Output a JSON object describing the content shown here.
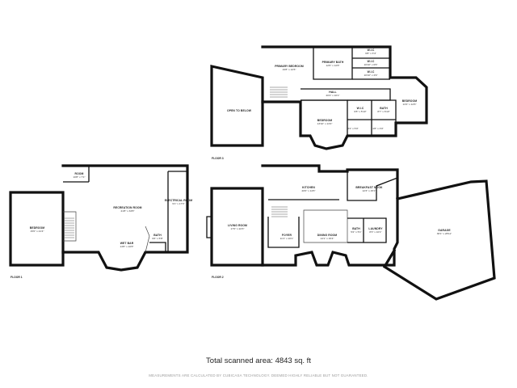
{
  "floors": [
    {
      "label": "FLOOR 1",
      "rooms": [
        {
          "name": "ROOM",
          "dims": "10'8\" x 7'1\""
        },
        {
          "name": "BEDROOM",
          "dims": "15'0\" x 21'4\""
        },
        {
          "name": "RECREATION ROOM",
          "dims": "21'8\" x 33'8\""
        },
        {
          "name": "ELECTRICAL ROOM",
          "dims": "9'1\" x 17'3\""
        },
        {
          "name": "WET BAR",
          "dims": "13'8\" x 10'8\""
        },
        {
          "name": "BATH",
          "dims": "9'6\" x 5'8\""
        }
      ]
    },
    {
      "label": "FLOOR 2",
      "rooms": [
        {
          "name": "KITCHEN",
          "dims": "20'0\" x 14'6\""
        },
        {
          "name": "BREAKFAST NOOK",
          "dims": "12'3\" x 15'1\""
        },
        {
          "name": "LIVING ROOM",
          "dims": "17'0\" x 22'3\""
        },
        {
          "name": "FOYER",
          "dims": "11'1\" x 10'1\""
        },
        {
          "name": "DINING ROOM",
          "dims": "14'1\" x 15'4\""
        },
        {
          "name": "BATH",
          "dims": "5'2\" x 5'1\""
        },
        {
          "name": "LAUNDRY",
          "dims": "8'3\" x 10'1\""
        },
        {
          "name": "GARAGE",
          "dims": "36'1\" x 28'11\""
        }
      ]
    },
    {
      "label": "FLOOR 3",
      "rooms": [
        {
          "name": "OPEN TO BELOW",
          "dims": ""
        },
        {
          "name": "PRIMARY BEDROOM",
          "dims": "19'8\" x 12'6\""
        },
        {
          "name": "PRIMARY BATH",
          "dims": "12'6\" x 12'8\""
        },
        {
          "name": "W.I.C",
          "dims": "6'8\" x 3'4\""
        },
        {
          "name": "W.I.C",
          "dims": "10'10\" x 6'6\""
        },
        {
          "name": "W.I.C",
          "dims": "10'10\" x 4'9\""
        },
        {
          "name": "HALL",
          "dims": "20'4\" x 10'1\""
        },
        {
          "name": "BEDROOM",
          "dims": "13'4\" x 12'6\""
        },
        {
          "name": "W.I.C",
          "dims": "6'8\" x 5'10\""
        },
        {
          "name": "BATH",
          "dims": "8'7\" x 6'10\""
        },
        {
          "name": "BEDROOM",
          "dims": "13'10\" x 13'4\""
        },
        {
          "name": "",
          "dims": "3'4\" x 5'0\""
        },
        {
          "name": "",
          "dims": "4'8\" x 3'0\""
        }
      ]
    }
  ],
  "total_area_text": "Total scanned area: 4843 sq. ft",
  "disclaimer": "MEASUREMENTS ARE CALCULATED BY CUBICASA TECHNOLOGY. DEEMED HIGHLY RELIABLE BUT NOT GUARANTEED."
}
